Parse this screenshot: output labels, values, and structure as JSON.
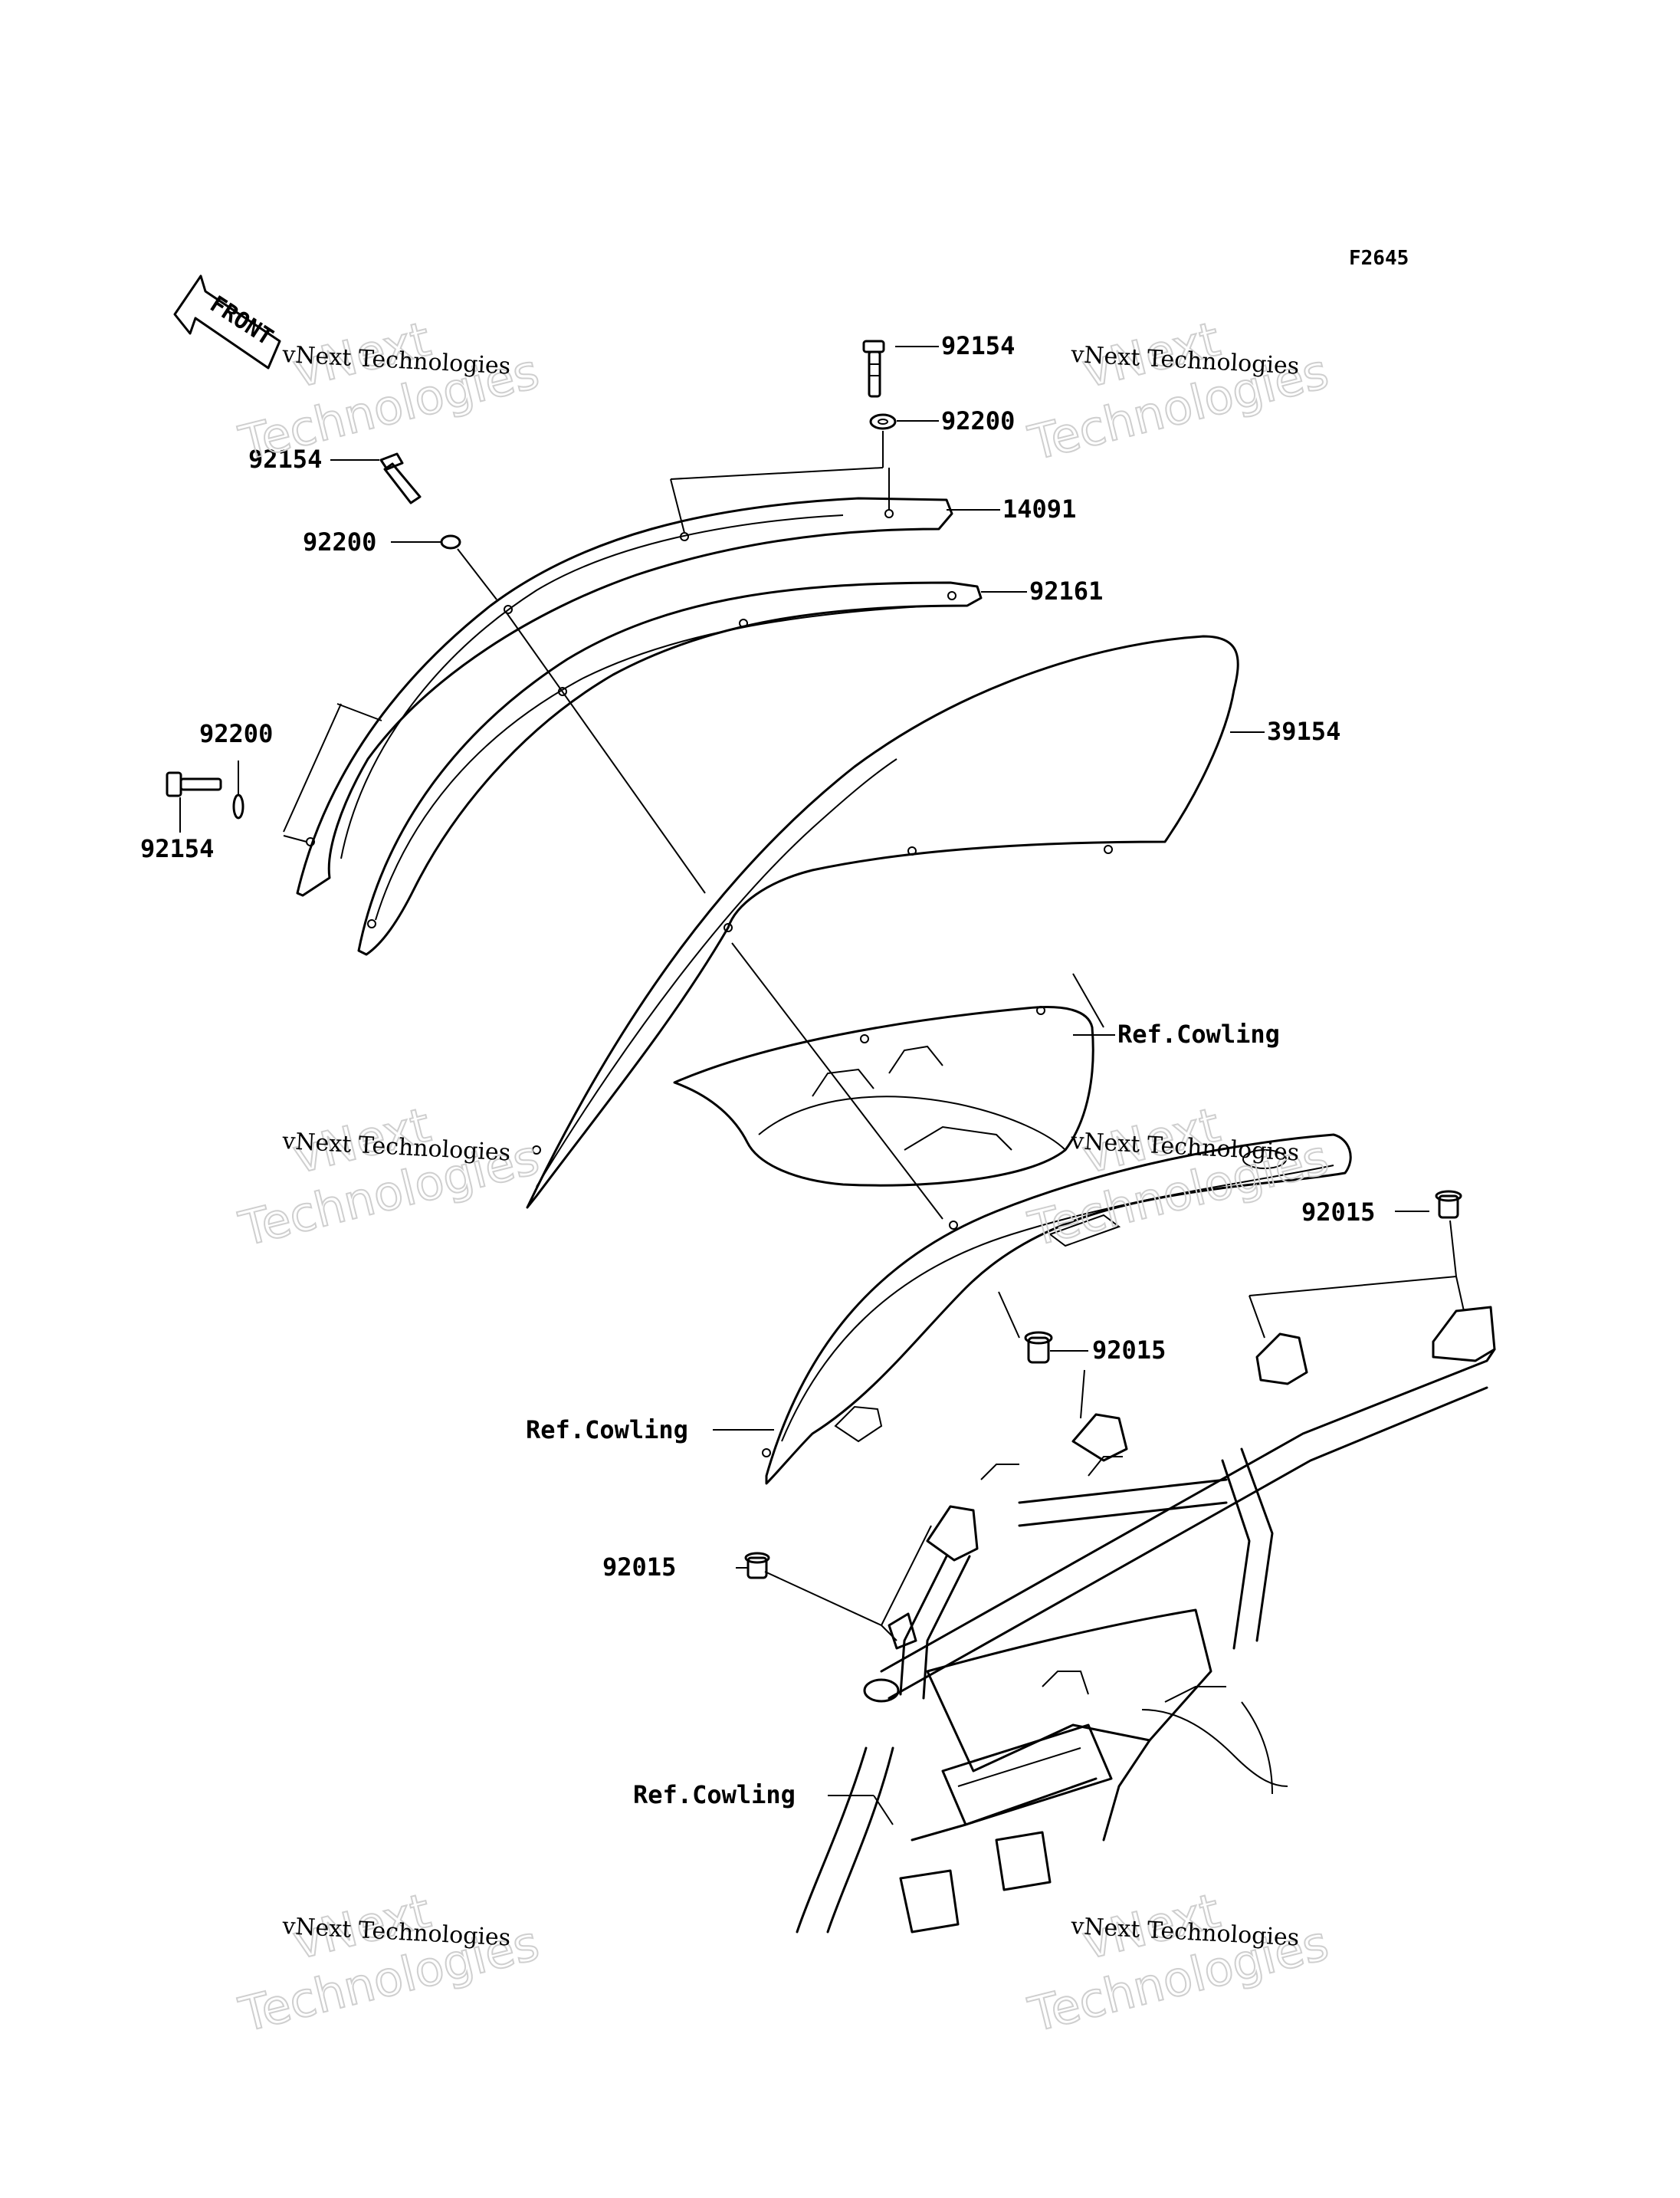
{
  "figure_code": "F2645",
  "direction_label": "FRONT",
  "watermark": {
    "line1": "vNext Technologies",
    "line2": "vNext\nTechnologies"
  },
  "callouts": {
    "bolt_top": "92154",
    "washer_top": "92200",
    "bolt_left": "92154",
    "washer_left": "92200",
    "washer_lower": "92200",
    "bolt_lower": "92154",
    "upper_bracket": "14091",
    "lower_bracket": "92161",
    "windshield": "39154",
    "cowling_upper": "Ref.Cowling",
    "cowling_middle": "Ref.Cowling",
    "cowling_frame": "Ref.Cowling",
    "grommet_right": "92015",
    "grommet_middle": "92015",
    "grommet_left": "92015"
  }
}
